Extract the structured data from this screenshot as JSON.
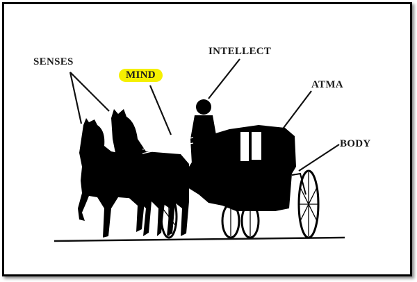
{
  "diagram": {
    "type": "labeled illustration",
    "subject": "Horse-drawn chariot metaphor",
    "labels": [
      {
        "id": "senses",
        "text": "SENSES",
        "points_to": "horses",
        "highlighted": false
      },
      {
        "id": "mind",
        "text": "MIND",
        "points_to": "reins",
        "highlighted": true,
        "highlight_color": "#f5f000"
      },
      {
        "id": "intellect",
        "text": "INTELLECT",
        "points_to": "driver",
        "highlighted": false
      },
      {
        "id": "atma",
        "text": "ATMA",
        "points_to": "passenger",
        "highlighted": false
      },
      {
        "id": "body",
        "text": "BODY",
        "points_to": "carriage",
        "highlighted": false
      }
    ]
  }
}
